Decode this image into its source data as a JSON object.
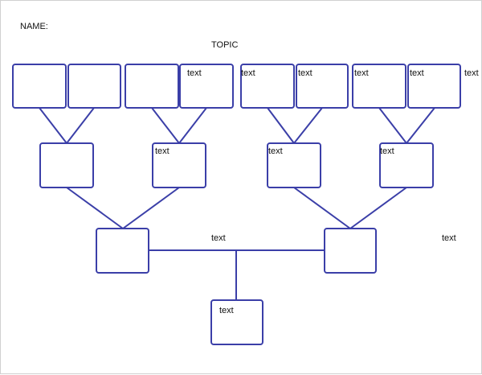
{
  "header": {
    "name_label": "NAME:",
    "topic_label": "TOPIC"
  },
  "box_texts": {
    "top_4": "text",
    "top_5": "text",
    "top_6": "text",
    "top_7": "text",
    "top_8": "text",
    "top_outside": "text",
    "mid_2": "text",
    "mid_3": "text",
    "mid_4": "text",
    "connector": "text",
    "right_outside": "text",
    "base": "text"
  },
  "colors": {
    "line": "#3b3fa8",
    "page_border": "#d0d0d0"
  }
}
